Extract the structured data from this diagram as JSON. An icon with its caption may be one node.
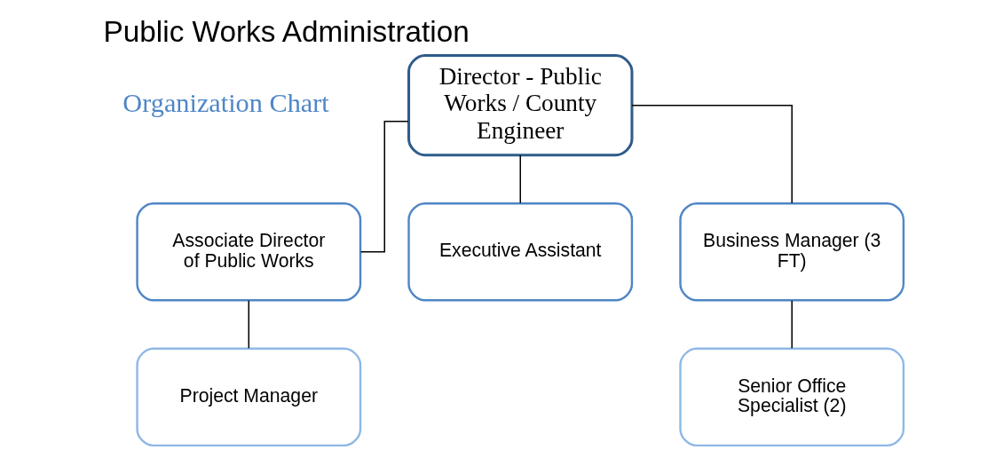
{
  "diagram": {
    "title": "Public Works Administration",
    "nodes": [
      {
        "text": [
          "Director - Public Works / County Engineer"
        ]
      },
      {
        "text": [
          "Associate Director of Public Works"
        ]
      },
      {
        "text": [
          "Executive Assistant"
        ]
      },
      {
        "text": [
          "Business Manager (3 FT)"
        ]
      },
      {
        "text": [
          "Project Manager"
        ]
      },
      {
        "text": [
          "Senior Office Specialist (2)"
        ]
      }
    ],
    "edges": [
      {
        "from": 0,
        "to": 1,
        "arrow": "none"
      },
      {
        "from": 0,
        "to": 2,
        "arrow": "none"
      },
      {
        "from": 0,
        "to": 3,
        "arrow": "none"
      },
      {
        "from": 1,
        "to": 4,
        "arrow": "none"
      },
      {
        "from": 3,
        "to": 5,
        "arrow": "none"
      }
    ],
    "labels": [
      "Organization Chart"
    ]
  }
}
